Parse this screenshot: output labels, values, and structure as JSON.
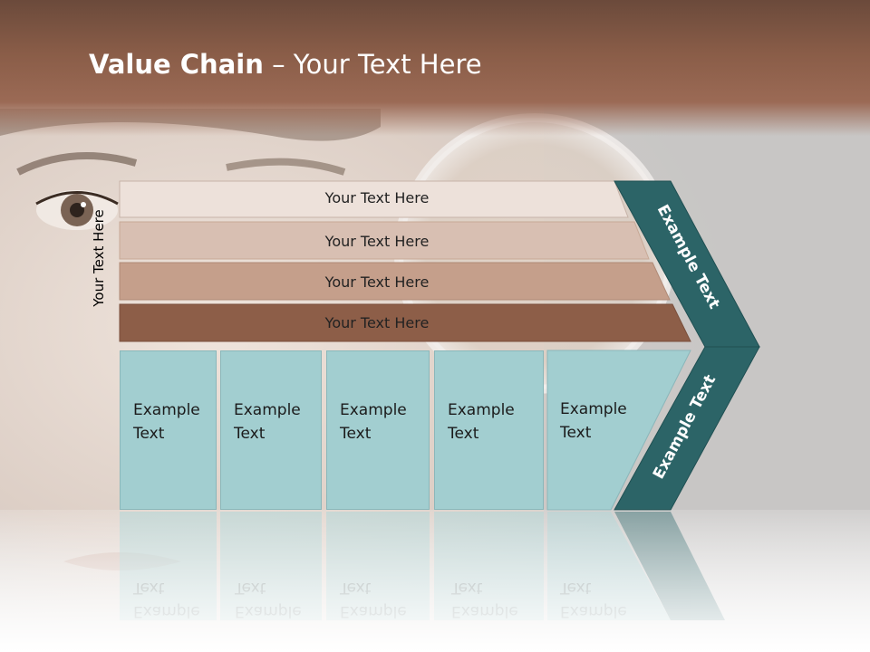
{
  "slide": {
    "title_bold": "Value Chain",
    "title_rest": " – Your Text Here",
    "vertical_label": "Your Text Here"
  },
  "bars": [
    "Your Text Here",
    "Your Text Here",
    "Your Text Here",
    "Your Text Here"
  ],
  "cells": [
    {
      "line1": "Example",
      "line2": "Text"
    },
    {
      "line1": "Example",
      "line2": "Text"
    },
    {
      "line1": "Example",
      "line2": "Text"
    },
    {
      "line1": "Example",
      "line2": "Text"
    },
    {
      "line1": "Example",
      "line2": "Text"
    }
  ],
  "chevron_top_label": "Example Text",
  "chevron_bottom_label": "Example Text",
  "colors": {
    "header": "#8a5d48",
    "bar1": "#ede1da",
    "bar2": "#d8bfb2",
    "bar3": "#c59f8b",
    "bar4": "#8d5e48",
    "cell": "#a2ced0",
    "chevron": "#2c6467"
  }
}
